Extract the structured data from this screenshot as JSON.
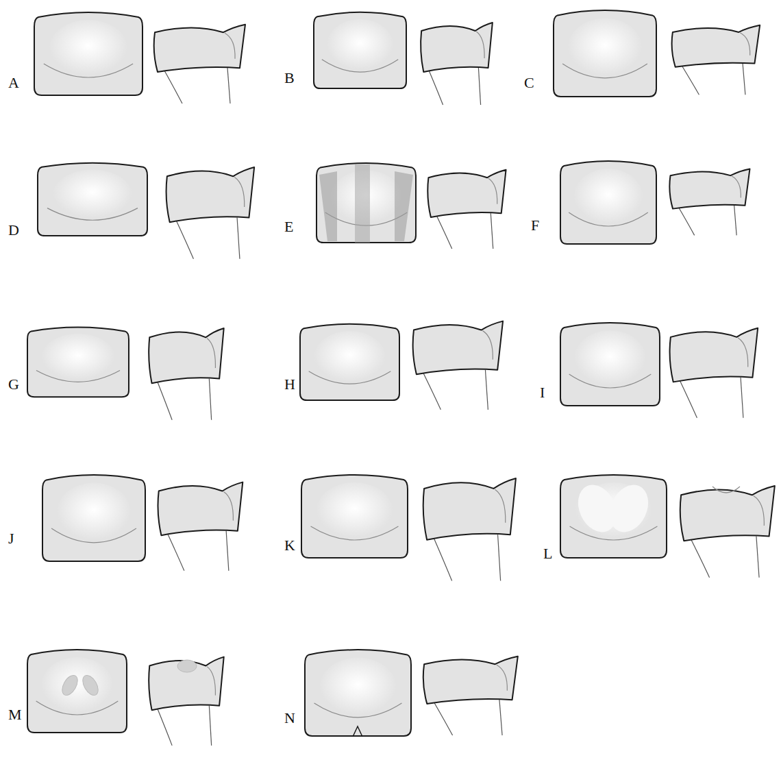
{
  "diagram": {
    "labels": [
      "A",
      "B",
      "C",
      "D",
      "E",
      "F",
      "G",
      "H",
      "I",
      "J",
      "K",
      "L",
      "M",
      "N"
    ]
  }
}
